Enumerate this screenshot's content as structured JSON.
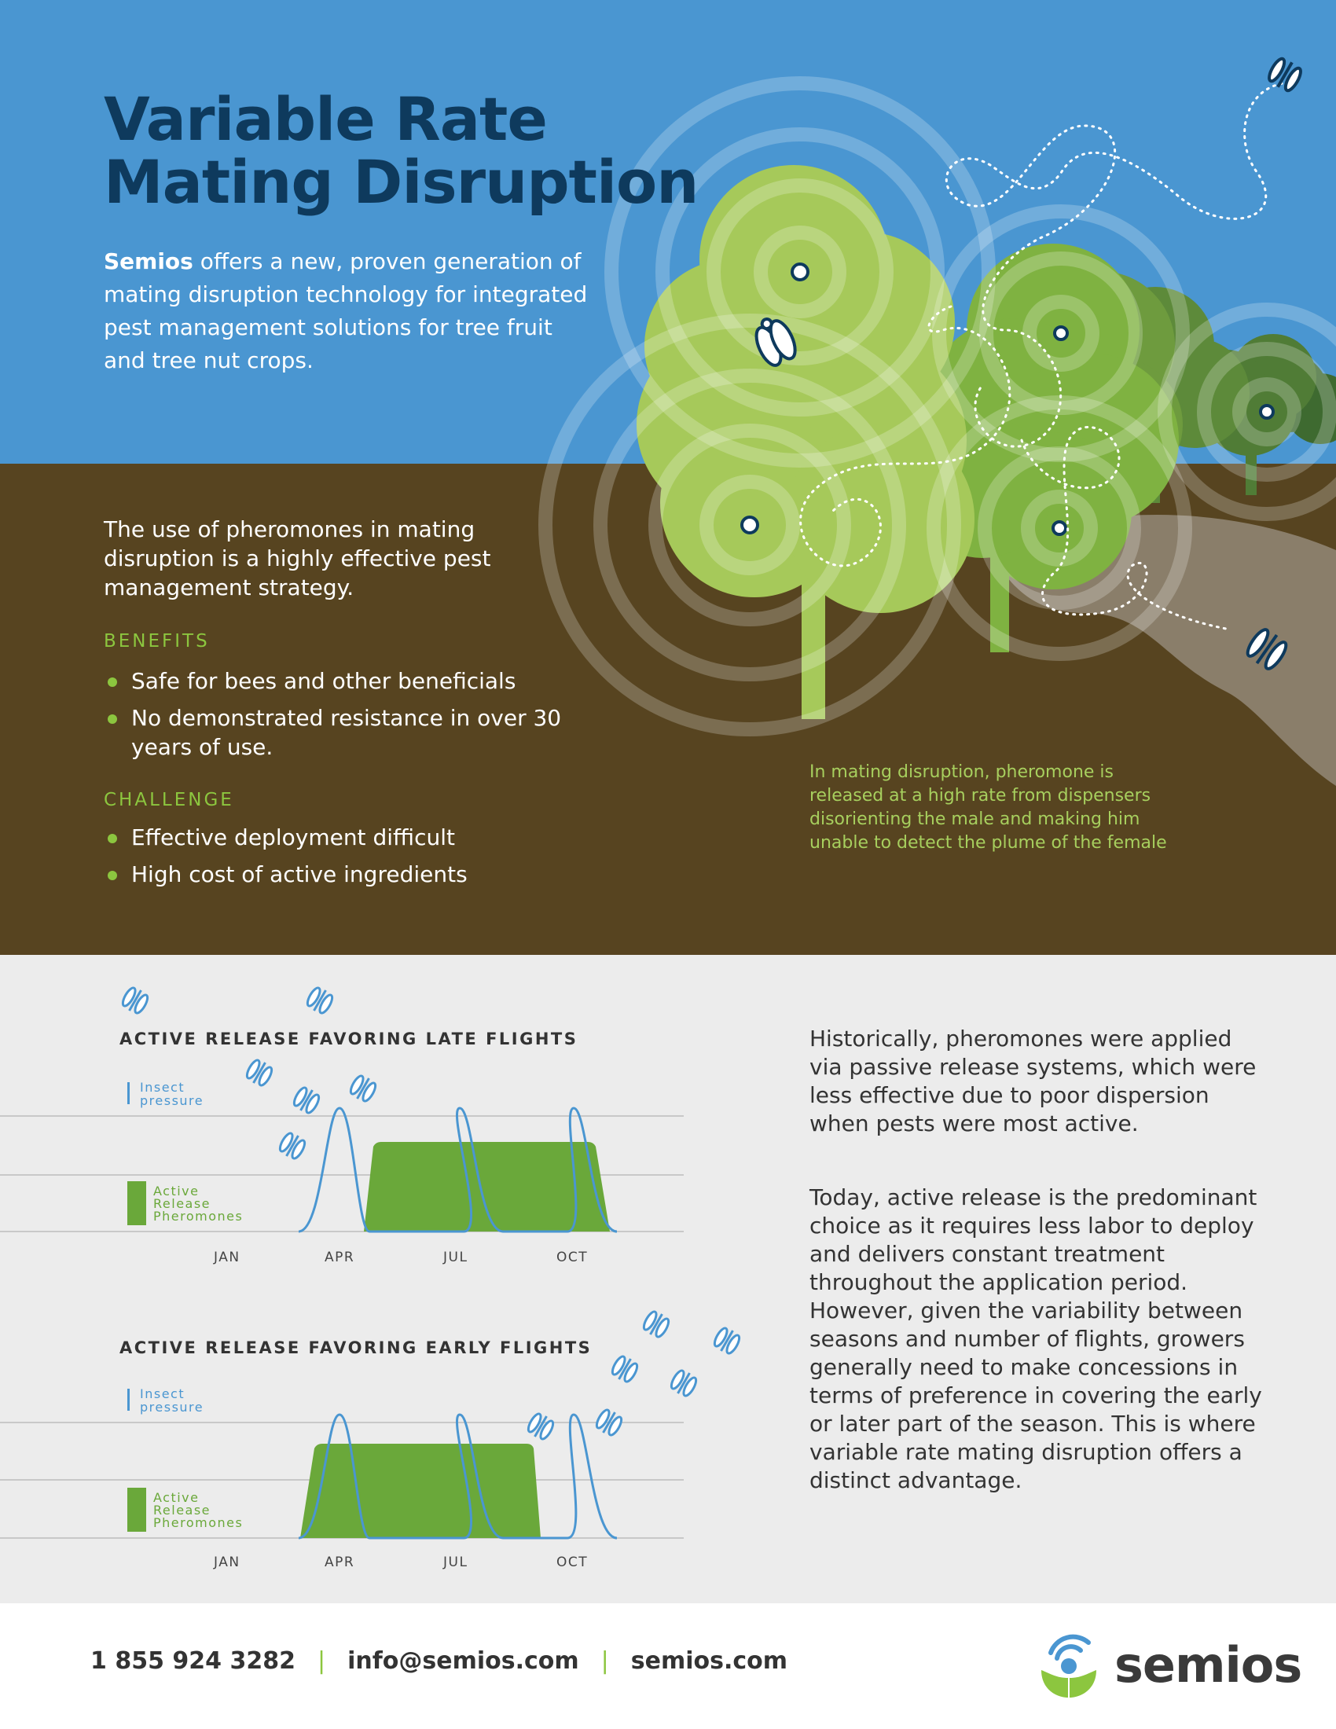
{
  "header": {
    "title_line1": "Variable Rate",
    "title_line2": "Mating Disruption",
    "intro_brand": "Semios",
    "intro_text": " offers a new, proven generation of mating disruption technology for integrated pest management solutions for tree fruit and tree nut crops."
  },
  "middle": {
    "lead": "The use of pheromones in mating disruption is a highly effective pest management strategy.",
    "benefits_heading": "BENEFITS",
    "benefits": [
      "Safe for bees and other beneficials",
      "No demonstrated resistance in over 30 years of use."
    ],
    "challenge_heading": "CHALLENGE",
    "challenges": [
      "Effective deployment difficult",
      "High cost of active ingredients"
    ],
    "caption": "In mating disruption, pheromone is released at a high rate from dispensers disorienting the male and making him unable to detect the plume of the female"
  },
  "charts": [
    {
      "title": "ACTIVE RELEASE FAVORING LATE FLIGHTS",
      "legend_pressure": [
        "Insect",
        "pressure"
      ],
      "legend_release": [
        "Active",
        "Release",
        "Pheromones"
      ],
      "months": [
        "JAN",
        "APR",
        "JUL",
        "OCT"
      ]
    },
    {
      "title": "ACTIVE RELEASE FAVORING EARLY FLIGHTS",
      "legend_pressure": [
        "Insect",
        "pressure"
      ],
      "legend_release": [
        "Active",
        "Release",
        "Pheromones"
      ],
      "months": [
        "JAN",
        "APR",
        "JUL",
        "OCT"
      ]
    }
  ],
  "body": {
    "para1": "Historically, pheromones were applied via passive release systems, which were less effective due to poor dispersion when pests were most active.",
    "para2": "Today, active release is the predominant choice as it requires less labor to deploy and delivers constant treatment throughout the application period. However, given the variability between seasons and number of flights, growers generally need to make concessions in terms of preference in covering the early or later part of the season. This is where variable rate mating disruption offers a distinct advantage."
  },
  "footer": {
    "phone": "1 855 924 3282",
    "email": "info@semios.com",
    "website": "semios.com",
    "brand": "semios"
  },
  "colors": {
    "sky": "#4a96d1",
    "soil": "#574420",
    "title": "#0e3a5d",
    "accent_green": "#8cc63f",
    "pressure_blue": "#4a96d1"
  }
}
